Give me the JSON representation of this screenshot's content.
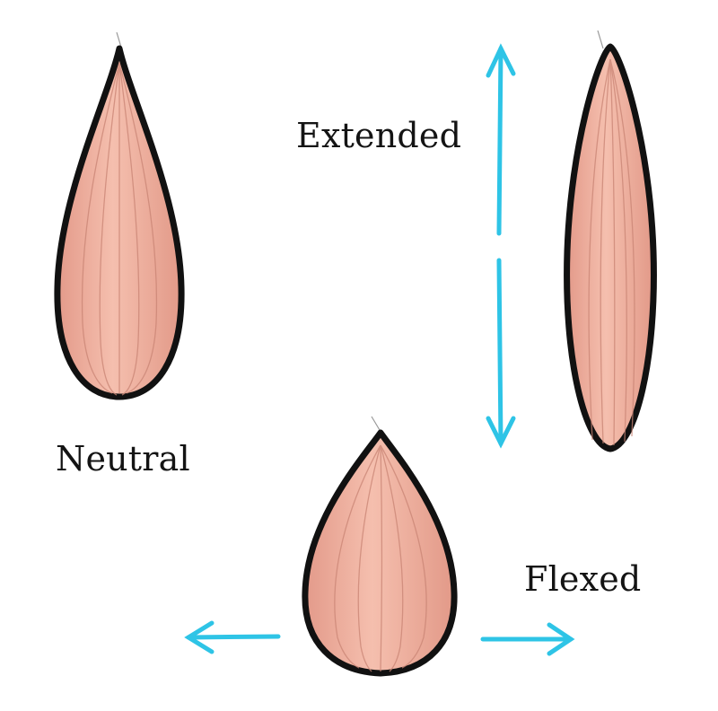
{
  "labels": {
    "extended": "Extended",
    "neutral": "Neutral",
    "flexed": "Flexed"
  },
  "shapes": [
    {
      "name": "neutral-muscle",
      "state": "Neutral",
      "form": "teardrop"
    },
    {
      "name": "extended-muscle",
      "state": "Extended",
      "form": "elongated"
    },
    {
      "name": "flexed-muscle",
      "state": "Flexed",
      "form": "wide-teardrop"
    }
  ],
  "arrows": [
    {
      "name": "vertical-double-arrow",
      "direction": "up-down",
      "meaning": "lengthening"
    },
    {
      "name": "left-arrow",
      "direction": "left",
      "meaning": "widening"
    },
    {
      "name": "right-arrow",
      "direction": "right",
      "meaning": "widening"
    }
  ],
  "colors": {
    "muscle_fill": "#eeaa9a",
    "muscle_highlight": "#f6c2b2",
    "muscle_striation": "#c98474",
    "outline": "#111111",
    "arrow": "#2ec4e6",
    "text": "#141414",
    "background": "#ffffff"
  }
}
